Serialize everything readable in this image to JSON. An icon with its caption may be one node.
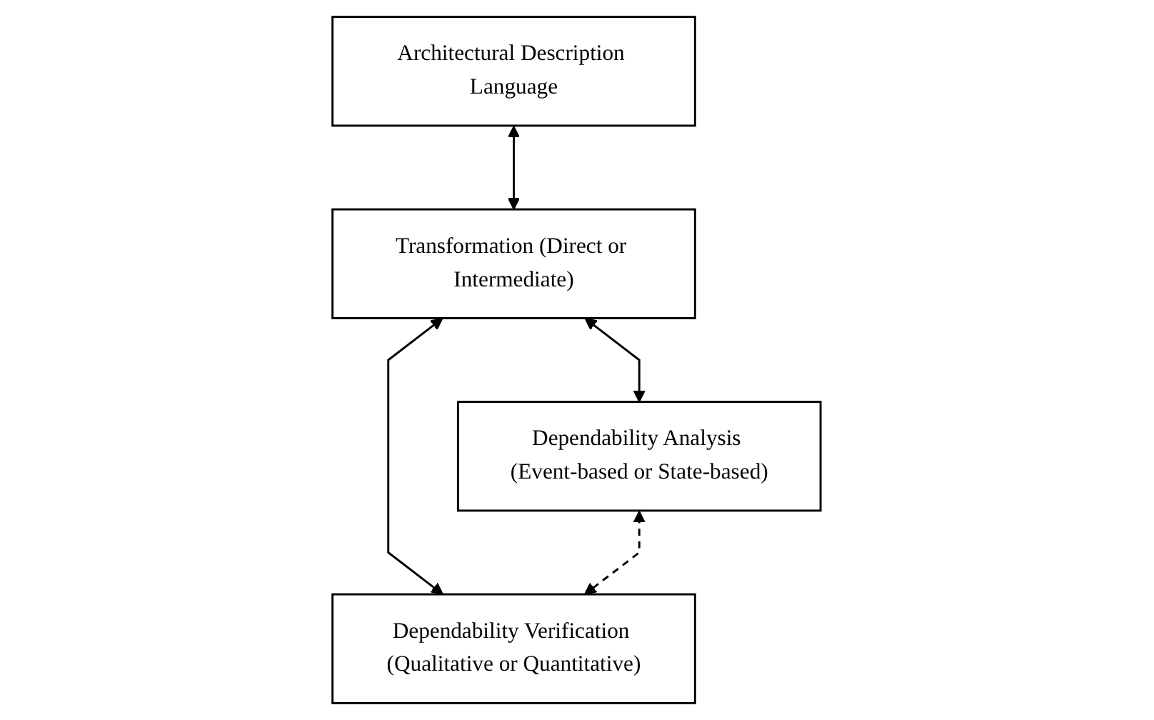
{
  "diagram": {
    "nodes": [
      {
        "text": [
          "Architectural Description Language"
        ]
      },
      {
        "text": [
          "Transformation (Direct or Intermediate)"
        ]
      },
      {
        "text": [
          "Dependability Analysis (Event-based or State-based)"
        ]
      },
      {
        "text": [
          "Dependability Verification (Qualitative or Quantitative)"
        ]
      }
    ],
    "edges": [
      {
        "from": 0,
        "to": 1,
        "arrow": "both"
      },
      {
        "from": 1,
        "to": 2,
        "arrow": "both"
      },
      {
        "from": 1,
        "to": 3,
        "arrow": "both"
      },
      {
        "from": 2,
        "to": 3,
        "arrow": "both",
        "style": "dashed"
      }
    ]
  }
}
